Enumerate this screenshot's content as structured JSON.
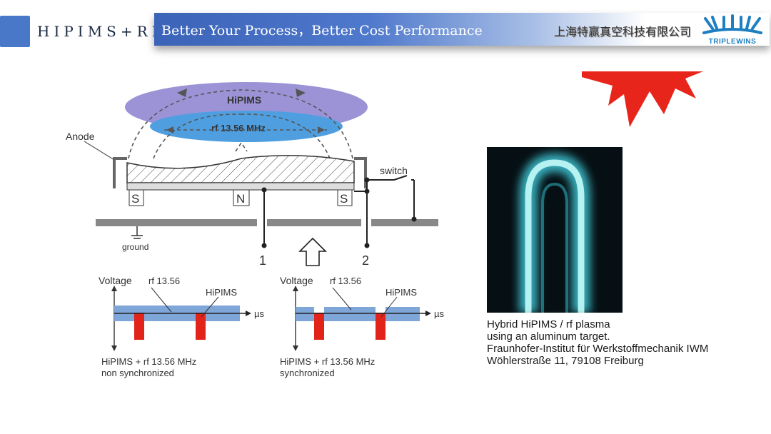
{
  "header": {
    "brand": "HIPIMS+RF",
    "title": "Better Your Process，Better Cost Performance",
    "company": "上海特赢真空科技有限公司",
    "logo_text": "TRIPLEWINS"
  },
  "colors": {
    "accent": "#4a78c8",
    "burst": "#e8251b",
    "plasma_outer": "#9b93d6",
    "plasma_inner": "#4f9fe0",
    "pulse": "#e2231a"
  },
  "diagram": {
    "plasma_outer_label": "HiPIMS",
    "plasma_inner_label": "rf 13.56 MHz",
    "anode_label": "Anode",
    "switch_label": "switch",
    "ground_label": "ground",
    "magnet_left": "S",
    "magnet_center": "N",
    "magnet_right": "S",
    "terminal_1": "1",
    "terminal_2": "2"
  },
  "waveforms": [
    {
      "voltage_label": "Voltage",
      "rf_label": "rf 13.56",
      "hipims_label": "HiPIMS",
      "axis_unit": "µs",
      "caption_line1": "HiPIMS + rf 13.56 MHz",
      "caption_line2": "non synchronized"
    },
    {
      "voltage_label": "Voltage",
      "rf_label": "rf 13.56",
      "hipims_label": "HiPIMS",
      "axis_unit": "µs",
      "caption_line1": "HiPIMS + rf 13.56 MHz",
      "caption_line2": "synchronized"
    }
  ],
  "photo_caption": {
    "line1": "Hybrid HiPIMS / rf plasma",
    "line2": "using an aluminum target.",
    "line3": "Fraunhofer-Institut für Werkstoffmechanik IWM",
    "line4": "Wöhlerstraße 11, 79108 Freiburg"
  }
}
